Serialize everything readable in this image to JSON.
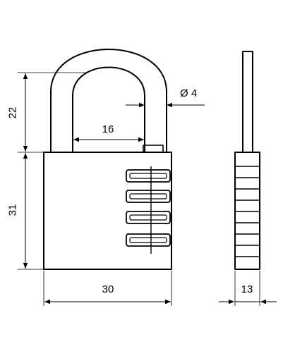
{
  "drawing": {
    "dimensions": {
      "shackle_height": "22",
      "body_height": "31",
      "shackle_inner_width": "16",
      "shackle_diameter": "Ø 4",
      "body_width": "30",
      "body_thickness": "13"
    },
    "combination_wheels": 4,
    "colors": {
      "line": "#000000",
      "background": "#ffffff"
    }
  }
}
